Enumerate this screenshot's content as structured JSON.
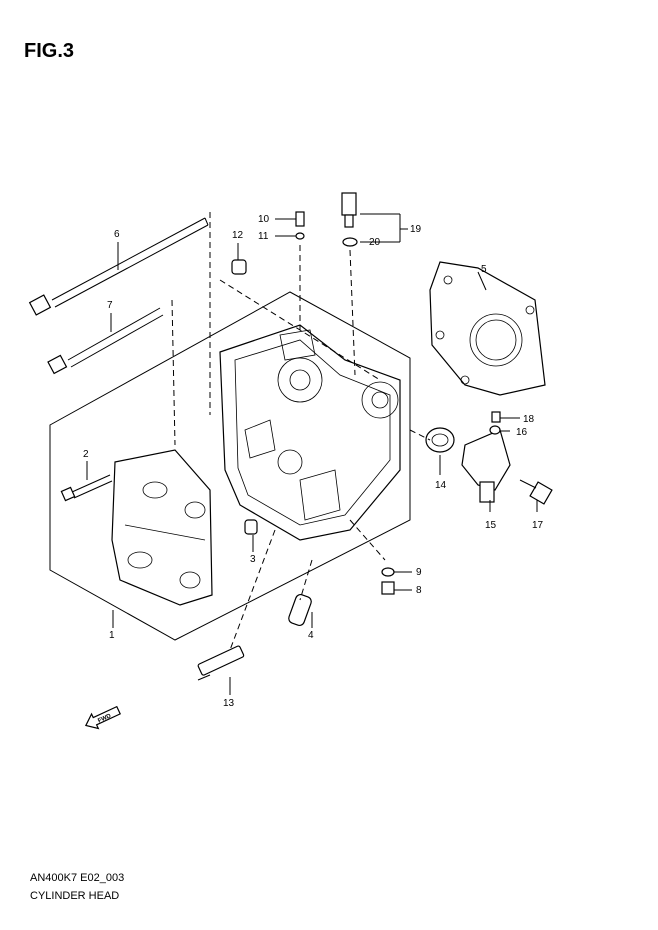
{
  "figure": {
    "title": "FIG.3",
    "model_code": "AN400K7 E02_003",
    "name": "CYLINDER HEAD",
    "direction_arrow_label": "FWD"
  },
  "callouts": {
    "c1": "1",
    "c2": "2",
    "c3": "3",
    "c4": "4",
    "c5": "5",
    "c6": "6",
    "c7": "7",
    "c8": "8",
    "c9": "9",
    "c10": "10",
    "c11": "11",
    "c12": "12",
    "c13": "13",
    "c14": "14",
    "c15": "15",
    "c16": "16",
    "c17": "17",
    "c18": "18",
    "c19": "19",
    "c20": "20"
  }
}
